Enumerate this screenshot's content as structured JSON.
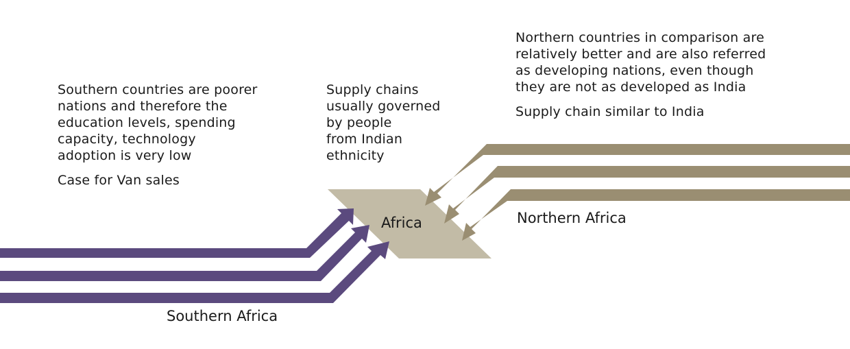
{
  "colors": {
    "south_arrow": "#5b4a7e",
    "north_arrow": "#9a8e72",
    "africa_shape": "#c2bba6"
  },
  "southern_text": {
    "paragraph_1": "Southern countries are poorer\nnations and therefore the\neducation levels, spending\ncapacity, technology\nadoption is very low",
    "paragraph_2": "Case for Van sales"
  },
  "supply_text": {
    "paragraph_1": "Supply chains\nusually governed\nby people\nfrom Indian\nethnicity"
  },
  "northern_text": {
    "paragraph_1": "Northern countries in comparison are\nrelatively better and are also referred\nas developing nations, even though\nthey are not as developed as India",
    "paragraph_2": "Supply chain similar to India"
  },
  "labels": {
    "africa": "Africa",
    "southern_africa": "Southern Africa",
    "northern_africa": "Northern Africa"
  }
}
